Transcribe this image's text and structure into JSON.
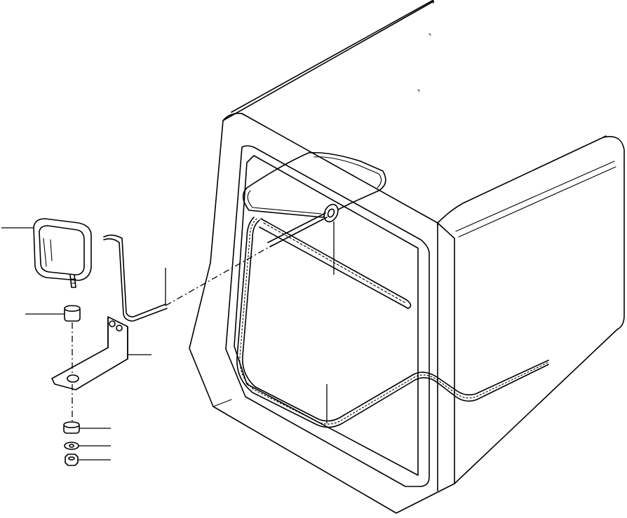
{
  "diagram": {
    "type": "exploded-parts-illustration",
    "parts": [
      {
        "name": "work-lamp",
        "icon": "lamp-icon"
      },
      {
        "name": "spacer",
        "icon": "spacer-icon"
      },
      {
        "name": "bracket",
        "icon": "bracket-icon"
      },
      {
        "name": "lamp-wire",
        "icon": "cable-icon"
      },
      {
        "name": "grommet",
        "icon": "grommet-icon"
      },
      {
        "name": "corrugated-harness",
        "icon": "harness-icon"
      },
      {
        "name": "rubber-spacer",
        "icon": "spacer-icon"
      },
      {
        "name": "washer",
        "icon": "washer-icon"
      },
      {
        "name": "nut",
        "icon": "nut-icon"
      }
    ],
    "callout_labels": []
  }
}
